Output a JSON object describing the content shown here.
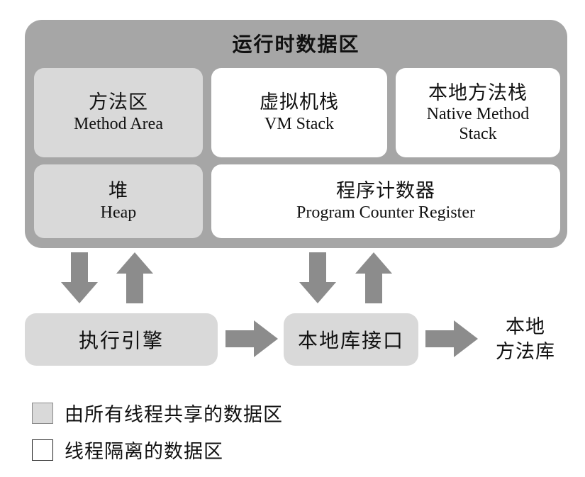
{
  "colors": {
    "container": "#a6a6a6",
    "shared": "#d9d9d9",
    "isolated": "#ffffff",
    "arrow": "#8c8c8c",
    "text": "#111111"
  },
  "runtime": {
    "title": "运行时数据区",
    "boxes": {
      "method_area": {
        "zh": "方法区",
        "en": "Method Area",
        "type": "shared"
      },
      "vm_stack": {
        "zh": "虚拟机栈",
        "en": "VM Stack",
        "type": "isolated"
      },
      "native_method_stack": {
        "zh": "本地方法栈",
        "en": "Native Method Stack",
        "type": "isolated"
      },
      "heap": {
        "zh": "堆",
        "en": "Heap",
        "type": "shared"
      },
      "program_counter": {
        "zh": "程序计数器",
        "en": "Program Counter Register",
        "type": "isolated"
      }
    }
  },
  "flow": {
    "execution_engine": "执行引擎",
    "native_interface": "本地库接口",
    "native_method_library": "本地\n方法库"
  },
  "legend": {
    "shared": "由所有线程共享的数据区",
    "isolated": "线程隔离的数据区"
  }
}
